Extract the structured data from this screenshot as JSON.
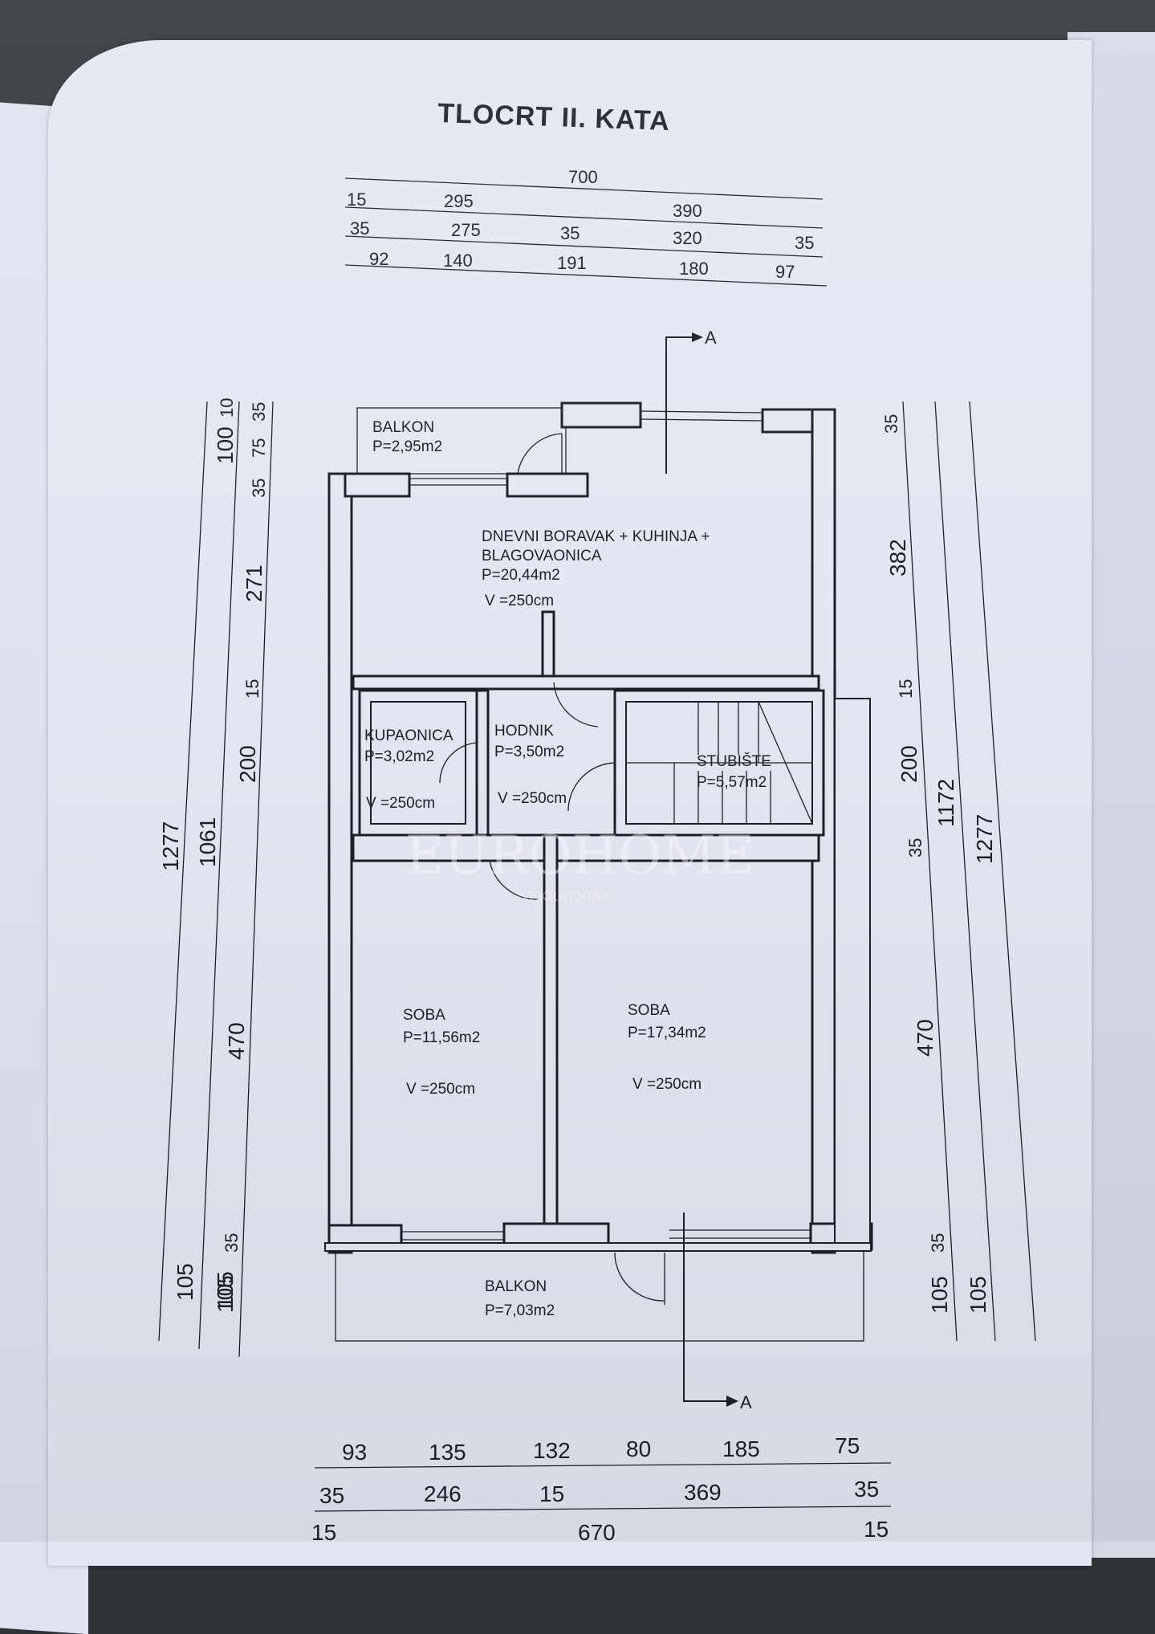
{
  "title": "TLOCRT II. KATA",
  "dimensions": {
    "top_row1": [
      "700"
    ],
    "top_row2": [
      "15",
      "295",
      "390"
    ],
    "top_row3": [
      "35",
      "275",
      "35",
      "320",
      "35"
    ],
    "top_row4": [
      "92",
      "140",
      "191",
      "180",
      "97"
    ],
    "left_outer": [
      "1277",
      "105"
    ],
    "left_mid": [
      "1061",
      "100",
      "105"
    ],
    "left_inner": [
      "10",
      "35",
      "75",
      "35",
      "271",
      "15",
      "200",
      "470",
      "35",
      "105"
    ],
    "right_inner": [
      "35",
      "382",
      "15",
      "200",
      "35",
      "470",
      "35",
      "105"
    ],
    "right_mid": [
      "1172",
      "105"
    ],
    "right_outer": [
      "1277"
    ],
    "bottom_row1": [
      "93",
      "135",
      "132",
      "80",
      "185",
      "75"
    ],
    "bottom_row2": [
      "35",
      "246",
      "15",
      "369",
      "35"
    ],
    "bottom_row3": [
      "15",
      "670",
      "15"
    ]
  },
  "rooms": {
    "balkon_top": {
      "name": "BALKON",
      "area": "P=2,95m2"
    },
    "dnevni": {
      "name1": "DNEVNI BORAVAK + KUHINJA +",
      "name2": "BLAGOVAONICA",
      "area": "P=20,44m2",
      "height": "V =250cm"
    },
    "kupaonica": {
      "name": "KUPAONICA",
      "area": "P=3,02m2",
      "height": "V =250cm"
    },
    "hodnik": {
      "name": "HODNIK",
      "area": "P=3,50m2",
      "height": "V =250cm"
    },
    "stubiste": {
      "name": "STUBIŠTE",
      "area": "P=5,57m2"
    },
    "soba_left": {
      "name": "SOBA",
      "area": "P=11,56m2",
      "height": "V =250cm"
    },
    "soba_right": {
      "name": "SOBA",
      "area": "P=17,34m2",
      "height": "V =250cm"
    },
    "balkon_bottom": {
      "name": "BALKON",
      "area": "P=7,03m2"
    }
  },
  "section_marker": "A",
  "watermark": {
    "brand": "EUROHOME",
    "sub": "NEKRETNINE"
  },
  "colors": {
    "paper": "#e4e7f1",
    "ink": "#1c1f26",
    "background": "#2f3338"
  }
}
